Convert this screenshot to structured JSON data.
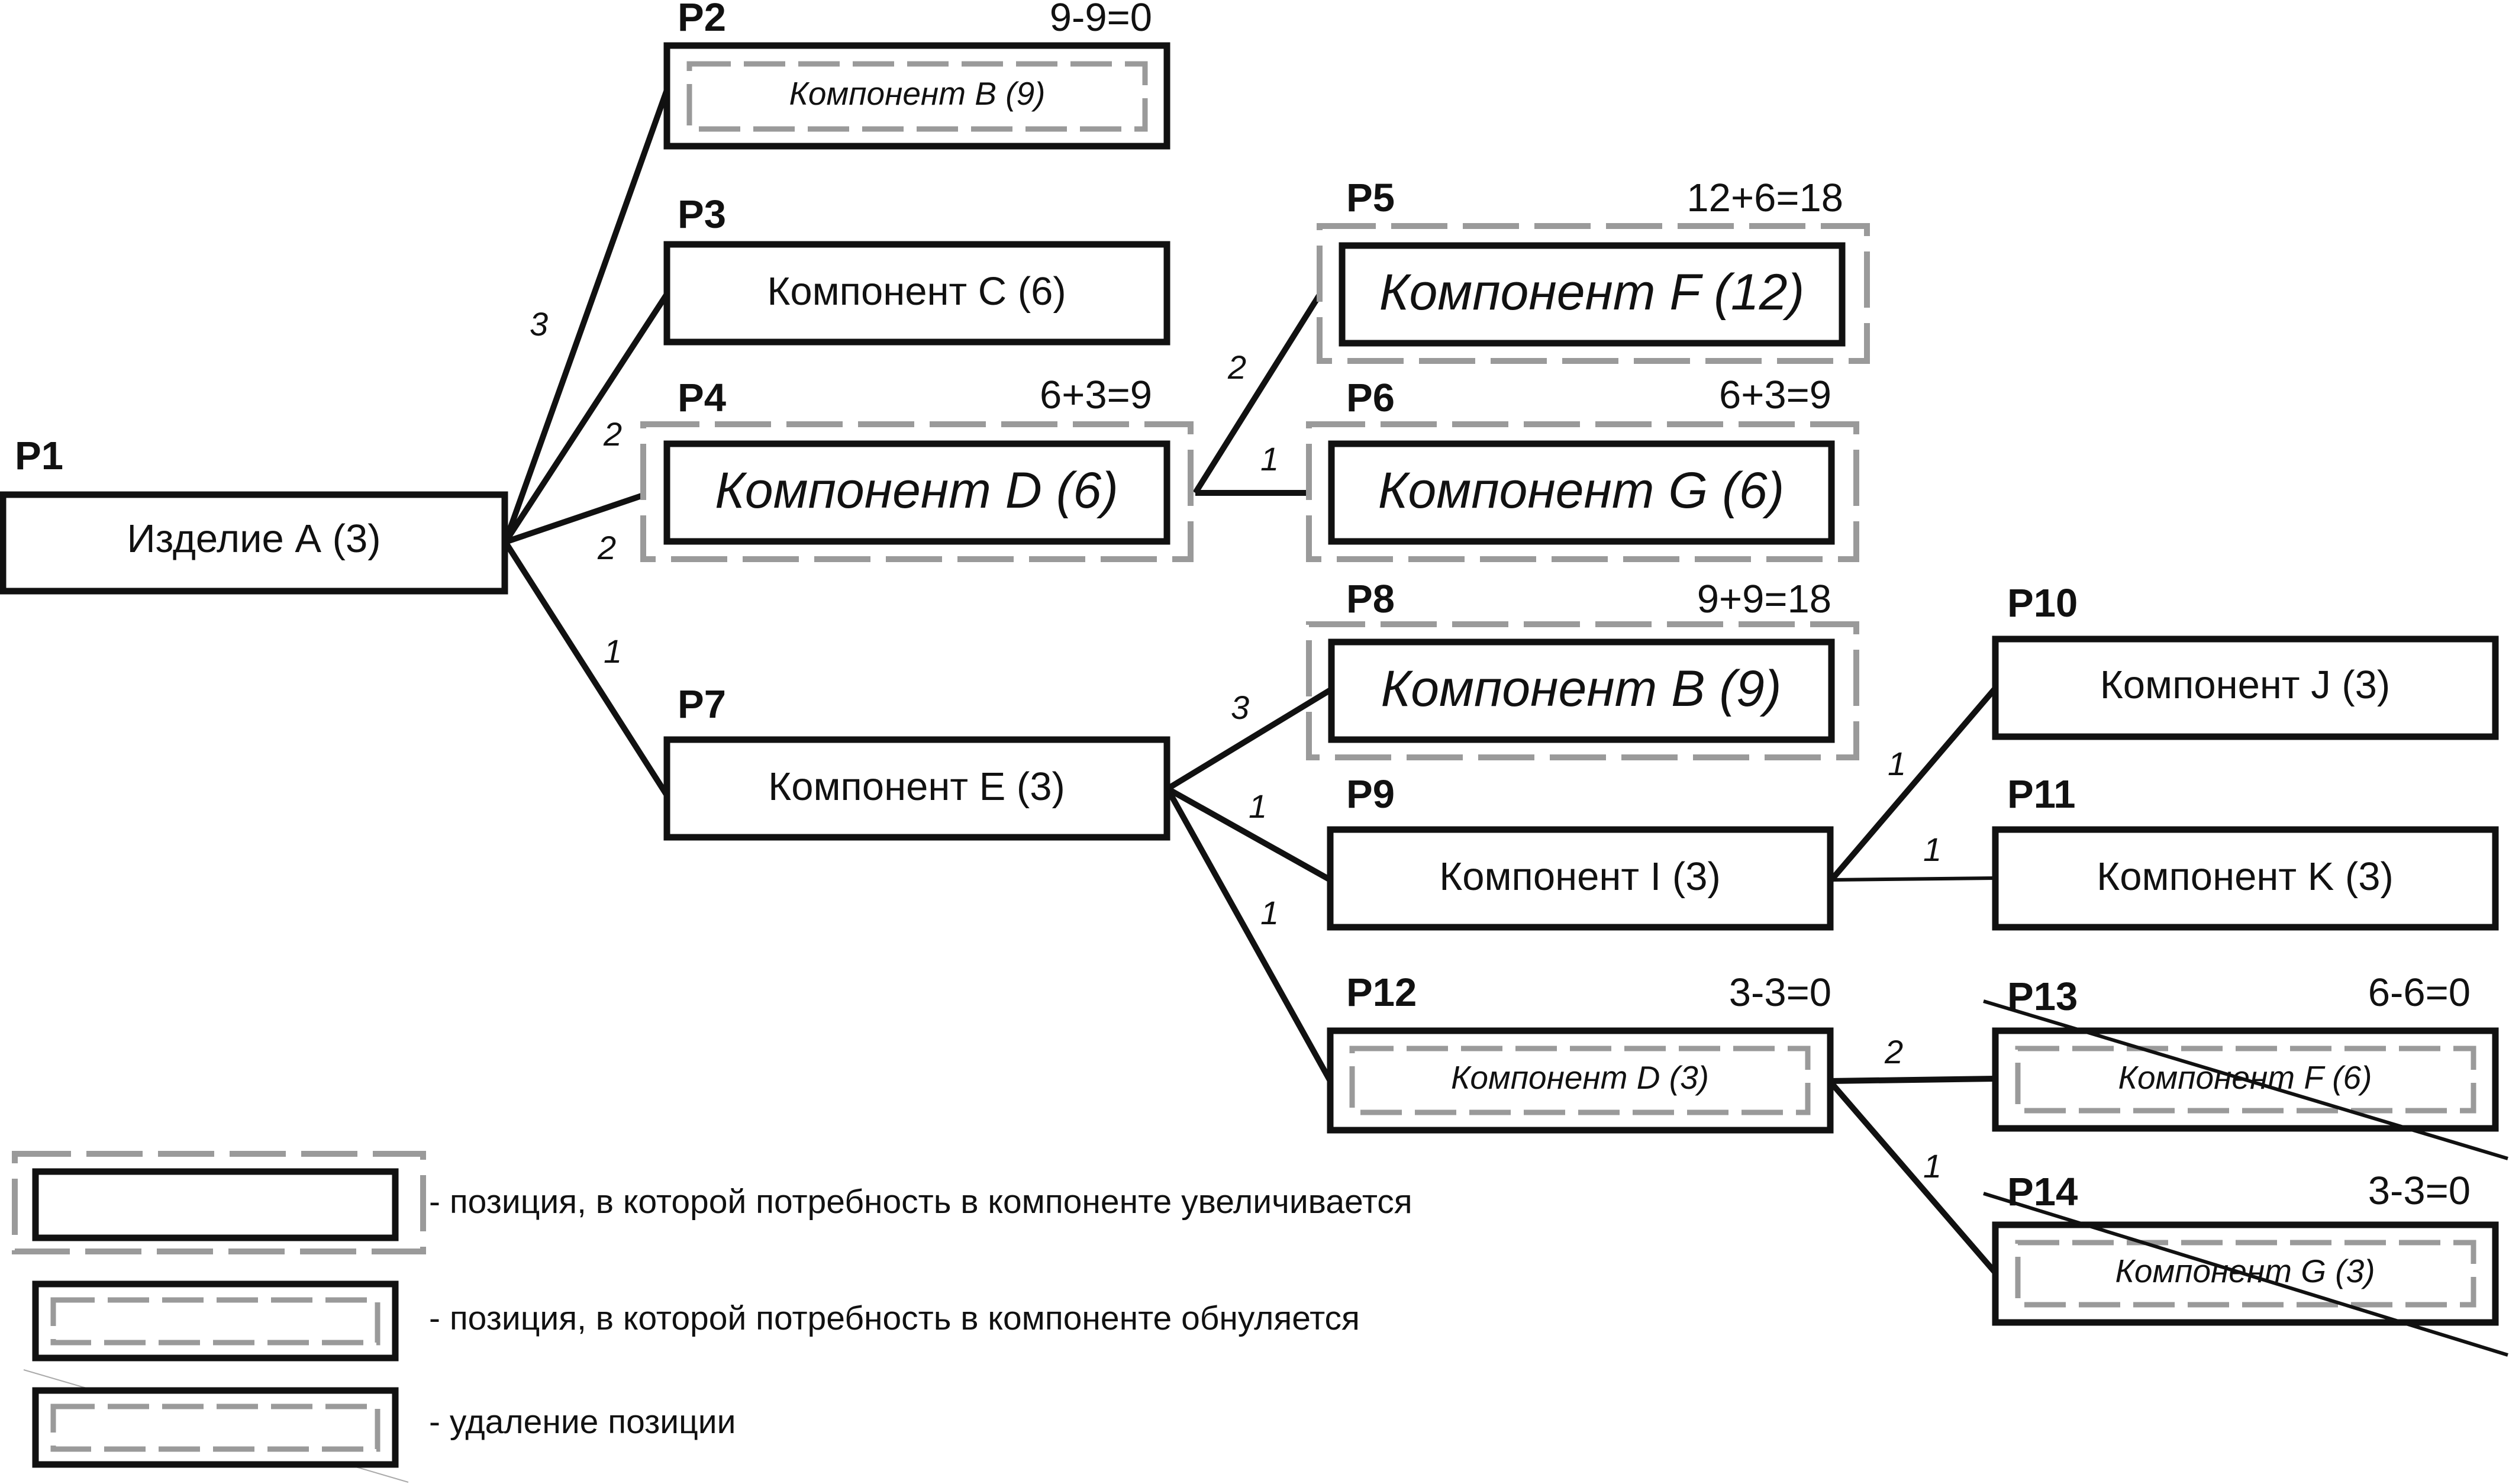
{
  "nodes": {
    "p1": {
      "pos": "P1",
      "label": "Изделие А (3)"
    },
    "p2": {
      "pos": "P2",
      "calc": "9-9=0",
      "label": "Компонент В (9)"
    },
    "p3": {
      "pos": "P3",
      "label": "Компонент С (6)"
    },
    "p4": {
      "pos": "P4",
      "calc": "6+3=9",
      "label": "Компонент D (6)"
    },
    "p5": {
      "pos": "P5",
      "calc": "12+6=18",
      "label": "Компонент F (12)"
    },
    "p6": {
      "pos": "P6",
      "calc": "6+3=9",
      "label": "Компонент G (6)"
    },
    "p7": {
      "pos": "P7",
      "label": "Компонент E (3)"
    },
    "p8": {
      "pos": "P8",
      "calc": "9+9=18",
      "label": "Компонент B (9)"
    },
    "p9": {
      "pos": "P9",
      "label": "Компонент I (3)"
    },
    "p10": {
      "pos": "P10",
      "label": "Компонент J (3)"
    },
    "p11": {
      "pos": "P11",
      "label": "Компонент K (3)"
    },
    "p12": {
      "pos": "P12",
      "calc": "3-3=0",
      "label": "Компонент D (3)"
    },
    "p13": {
      "pos": "P13",
      "calc": "6-6=0",
      "label": "Компонент F (6)"
    },
    "p14": {
      "pos": "P14",
      "calc": "3-3=0",
      "label": "Компонент G (3)"
    }
  },
  "edges": {
    "p1_p2": "3",
    "p1_p3": "2",
    "p1_p4": "2",
    "p1_p7": "1",
    "p4_p5": "2",
    "p4_p6": "1",
    "p7_p8": "3",
    "p7_p9": "1",
    "p7_p12": "1",
    "p9_p10": "1",
    "p9_p11": "1",
    "p12_p13": "2",
    "p12_p14": "1"
  },
  "legend": {
    "increase": "- позиция, в которой потребность в компоненте увеличивается",
    "zero": "- позиция, в которой потребность в компоненте обнуляется",
    "delete": "- удаление позиции"
  }
}
